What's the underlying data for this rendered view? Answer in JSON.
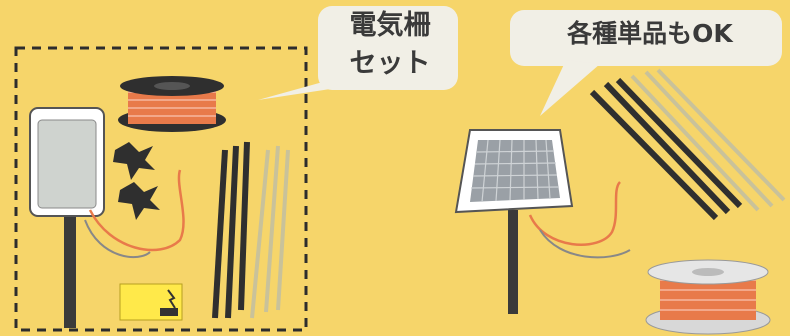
{
  "callouts": {
    "set": {
      "line1": "電気柵",
      "line2": "セット"
    },
    "single": {
      "text": "各種単品もOK"
    }
  },
  "colors": {
    "background": "#f6d56a",
    "bubble": "#f1efe6",
    "dark_pole": "#2f2f2f",
    "wire": "#e87a4a",
    "dash": "#2d2d2d"
  },
  "items": {
    "left_group": [
      "energizer-box",
      "wire-reel",
      "insulator-clips",
      "poles",
      "warning-sign"
    ],
    "right_group": [
      "solar-energizer",
      "poles",
      "wire-reel"
    ]
  }
}
